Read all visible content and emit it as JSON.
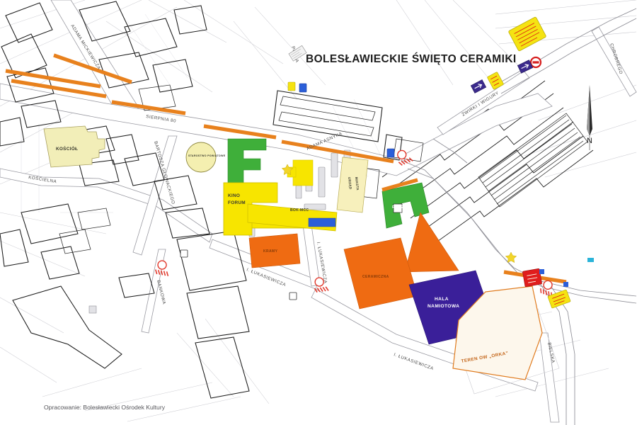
{
  "map": {
    "title": "BOLESŁAWIECKIE ŚWIĘTO CERAMIKI",
    "credit": "Opracowanie: Bolesławiecki Ośrodek Kultury",
    "compass": {
      "label": "N",
      "icon": "north-arrow-icon"
    }
  },
  "streets": [
    {
      "id": "mickiewicza",
      "name": "ADAMA MICKIEWICZA"
    },
    {
      "id": "sierpnia80",
      "name": "SIERPNIA 80"
    },
    {
      "id": "koscielna",
      "name": "KOŚCIELNA"
    },
    {
      "id": "glowackiego",
      "name": "BARTOSZA GŁOWACKIEGO"
    },
    {
      "id": "asnyka",
      "name": "ADAMA ASNYKA"
    },
    {
      "id": "zwirki",
      "name": "ŻWIRKI I WIGURY"
    },
    {
      "id": "chrobrego",
      "name": "CHROBREGO"
    },
    {
      "id": "lukasiewicza1",
      "name": "I. ŁUKASIEWICZA"
    },
    {
      "id": "lukasiewicza2",
      "name": "I. ŁUKASIEWICZA"
    },
    {
      "id": "lukasiewicza3",
      "name": "I. ŁUKASIEWICZA"
    },
    {
      "id": "bankowa",
      "name": "BANKOWA"
    },
    {
      "id": "bielska",
      "name": "BIELSKA"
    },
    {
      "id": "polna",
      "name": "POLNA"
    }
  ],
  "places": [
    {
      "id": "kosciol",
      "name": "KOŚCIÓŁ",
      "color": "#f2eeb8"
    },
    {
      "id": "starostwo",
      "name": "STAROSTWO POWIATOWE",
      "color": "#f4efb0"
    },
    {
      "id": "kino",
      "name": "KINO FORUM",
      "color": "#f7e500"
    },
    {
      "id": "bokmcc",
      "name": "BOK-MCC",
      "color": "#f7e500"
    },
    {
      "id": "urzad",
      "name": "URZĄD MIASTA",
      "color": "#f7f0bc"
    },
    {
      "id": "rynek",
      "name": "RYNEK",
      "color": "#3faf3a"
    },
    {
      "id": "hala",
      "name": "HALA NAMIOTOWA",
      "color": "#3a1f99"
    },
    {
      "id": "ceramiczna",
      "name": "CERAMICZNA",
      "color": "#ef6b12"
    },
    {
      "id": "kramy",
      "name": "KRAMY",
      "color": "#ef6b12"
    },
    {
      "id": "orka",
      "name": "TEREN OW „ORKA”",
      "color": "#e07b1e"
    }
  ],
  "legend_colors": {
    "route_orange": "#e8811d",
    "zone_green": "#3faf3a",
    "zone_orange": "#ef6b12",
    "zone_purple": "#3a1f99",
    "zone_yellow": "#f7e500",
    "sign_yellow": "#f5e312",
    "sign_red": "#e01d1d",
    "sign_blue": "#2b3fa6"
  },
  "markers": [
    {
      "id": "closure-1",
      "name": "road-closure-barrier",
      "label": ""
    },
    {
      "id": "closure-2",
      "name": "road-closure-barrier",
      "label": ""
    },
    {
      "id": "closure-3",
      "name": "road-closure-barrier",
      "label": ""
    },
    {
      "id": "closure-4",
      "name": "road-closure-barrier",
      "label": ""
    },
    {
      "id": "sign-no-entry",
      "name": "no-entry-sign",
      "label": ""
    },
    {
      "id": "sign-detour-top",
      "name": "detour-sign",
      "label": ""
    },
    {
      "id": "sign-detour-right",
      "name": "detour-sign",
      "label": ""
    },
    {
      "id": "sign-info-red",
      "name": "information-sign",
      "label": ""
    }
  ]
}
